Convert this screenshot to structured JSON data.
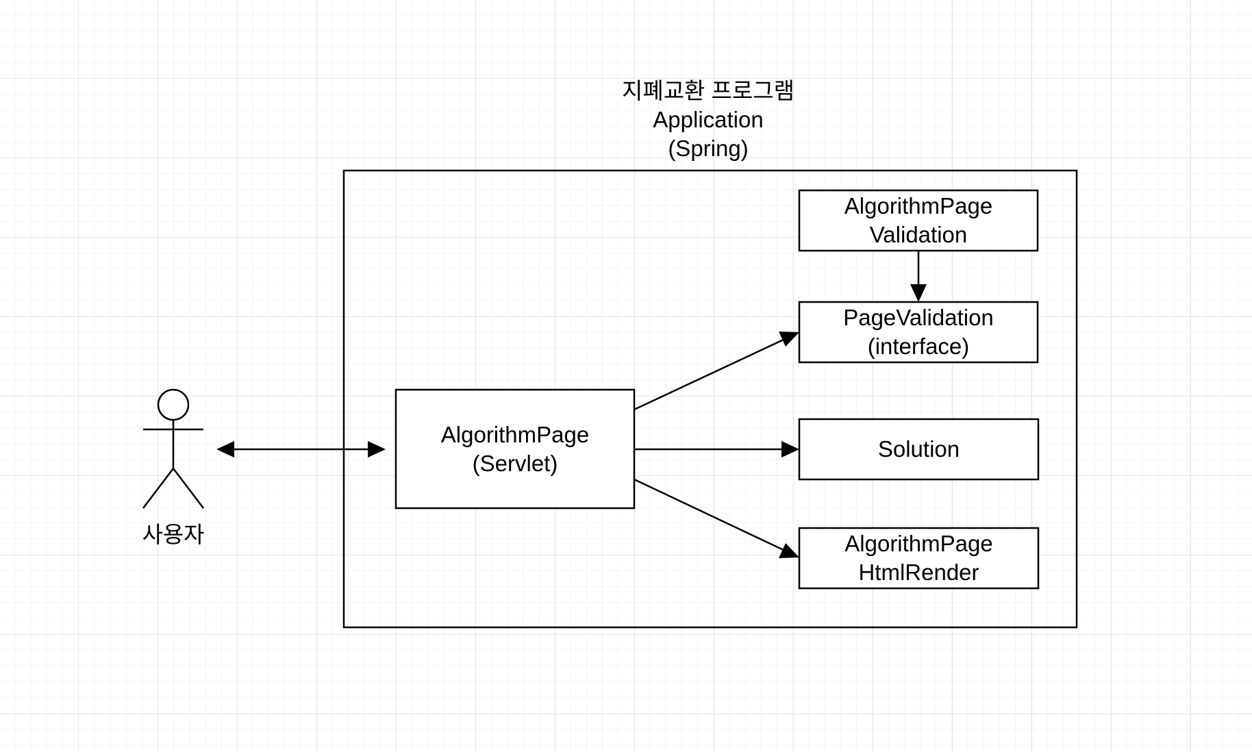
{
  "colors": {
    "stroke": "#000000",
    "grid": "#e6e6e6",
    "background": "#ffffff"
  },
  "container": {
    "title_line1": "지폐교환 프로그램",
    "title_line2": "Application",
    "title_line3": "(Spring)"
  },
  "actor": {
    "icon": "stick-figure-icon",
    "label": "사용자"
  },
  "nodes": {
    "servlet": {
      "line1": "AlgorithmPage",
      "line2": "(Servlet)"
    },
    "algorithm_validation": {
      "line1": "AlgorithmPage",
      "line2": "Validation"
    },
    "page_validation": {
      "line1": "PageValidation",
      "line2": "(interface)"
    },
    "solution": {
      "line1": "Solution"
    },
    "html_render": {
      "line1": "AlgorithmPage",
      "line2": "HtmlRender"
    }
  }
}
